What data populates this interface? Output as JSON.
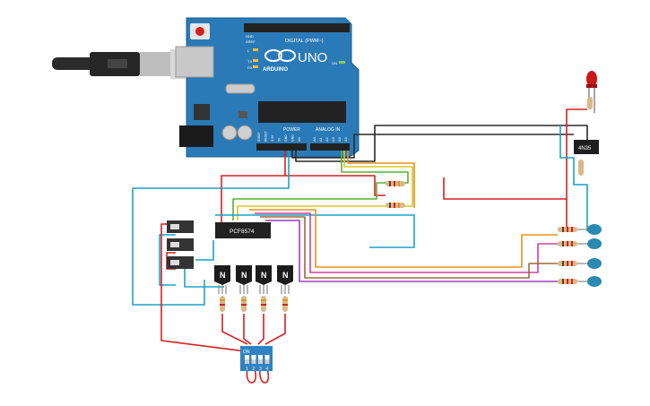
{
  "arduino": {
    "logo_text": "ARDUINO",
    "model": "UNO",
    "digital_header": "DIGITAL (PWM~)",
    "power_header": "POWER",
    "analog_header": "ANALOG IN",
    "on_label": "ON",
    "tx_label": "TX",
    "rx_label": "RX",
    "l_label": "L",
    "aref_label": "AREF",
    "gnd_label": "GND",
    "power_pins": [
      "IOREF",
      "RESET",
      "3.3V",
      "5V",
      "GND",
      "GND",
      "Vin"
    ],
    "analog_pins": [
      "A0",
      "A1",
      "A2",
      "A3",
      "A4",
      "A5"
    ]
  },
  "expander": {
    "label": "PCF8574"
  },
  "optocoupler": {
    "label": "4N35"
  },
  "dip_switch": {
    "on_label": "ON",
    "numbers": [
      "1",
      "2",
      "3",
      "4"
    ]
  },
  "transistors": [
    {
      "label": "N"
    },
    {
      "label": "N"
    },
    {
      "label": "N"
    },
    {
      "label": "N"
    }
  ],
  "colors": {
    "board": "#2a7ab8",
    "wire_red": "#d42020",
    "wire_black": "#2a2a2a",
    "wire_cyan": "#1ba1c8",
    "wire_orange": "#e89020",
    "wire_purple": "#9b3fc0",
    "wire_green": "#58b030",
    "wire_yellow": "#d8c820",
    "wire_pink": "#d040a0",
    "wire_brown": "#9a6b3a",
    "led_blue": "#2a8ab0",
    "led_red": "#c81818"
  }
}
